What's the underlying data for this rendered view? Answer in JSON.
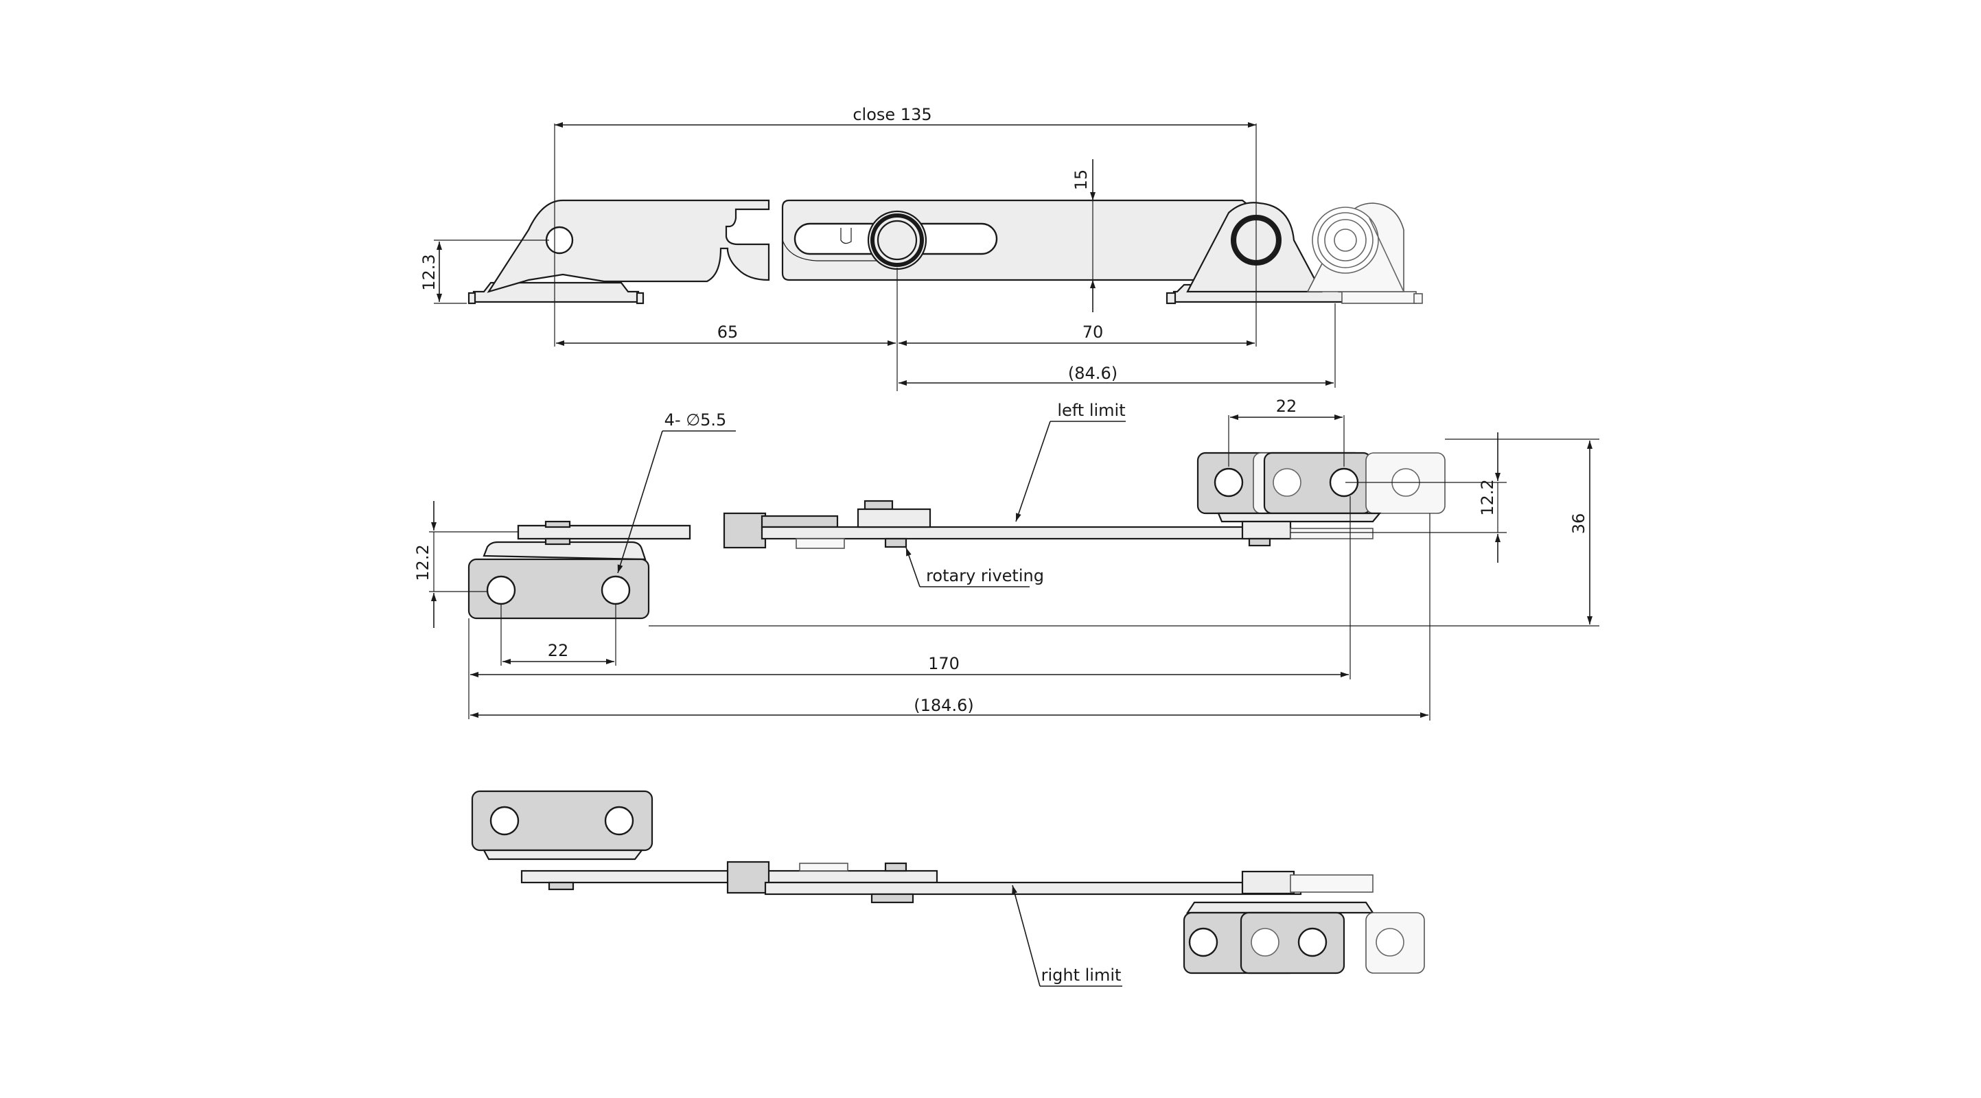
{
  "drawing": {
    "top_view": {
      "overall_label": "close 135",
      "height_label": "15",
      "pivot_height_label": "12.3",
      "left_span_label": "65",
      "right_span_label": "70",
      "extended_label": "(84.6)"
    },
    "middle_view": {
      "hole_callout": "4- ∅5.5",
      "limit_label": "left limit",
      "rivet_label": "rotary riveting",
      "top_hole_pitch": "22",
      "bottom_hole_pitch": "22",
      "right_offset": "12.2",
      "left_offset": "12.2",
      "overall_width": "36",
      "span_label": "170",
      "total_label": "(184.6)"
    },
    "bottom_view": {
      "limit_label": "right limit"
    }
  },
  "colors": {
    "line": "#1a1a1a",
    "part_fill": "#ededed",
    "part_fill_dark": "#d4d4d4",
    "background": "#ffffff"
  }
}
